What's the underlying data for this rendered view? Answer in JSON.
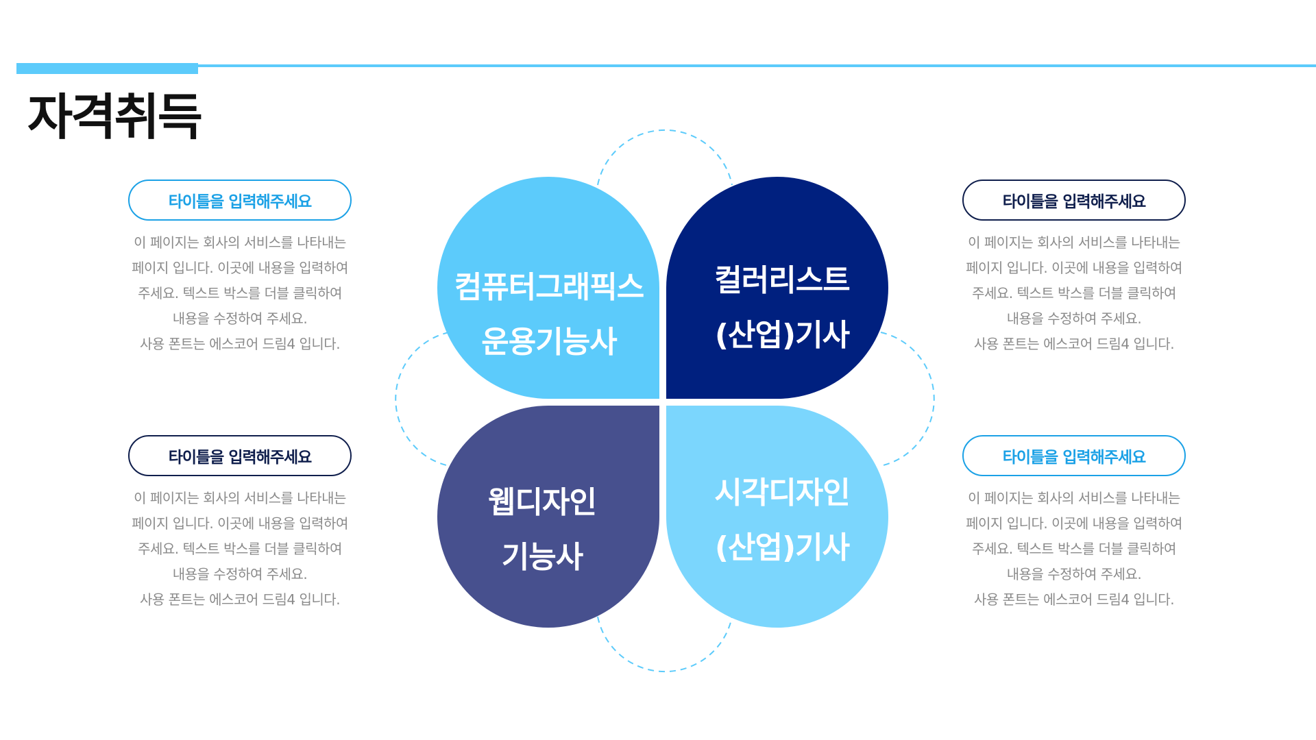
{
  "page": {
    "title": "자격취득"
  },
  "colors": {
    "accent": "#5ccbfb",
    "petal_top_left": "#5ccbfb",
    "petal_top_right": "#00207f",
    "petal_bottom_left": "#47508e",
    "petal_bottom_right": "#7bd6fd",
    "dashed": "#5ccbfb",
    "pill_light": "#1ba1e6",
    "pill_dark": "#0f1e4c",
    "desc_text": "#8a8a8a"
  },
  "petals": [
    {
      "id": "top-left",
      "lines": [
        "컴퓨터그래픽스",
        "운용기능사"
      ]
    },
    {
      "id": "top-right",
      "lines": [
        "컬러리스트",
        "(산업)기사"
      ]
    },
    {
      "id": "bottom-left",
      "lines": [
        "웹디자인",
        "기능사"
      ]
    },
    {
      "id": "bottom-right",
      "lines": [
        "시각디자인",
        "(산업)기사"
      ]
    }
  ],
  "cards": [
    {
      "id": "top-left",
      "style": "light",
      "title": "타이틀을 입력해주세요",
      "lines": [
        "이 페이지는 회사의 서비스를 나타내는",
        "페이지 입니다. 이곳에 내용을 입력하여",
        "주세요. 텍스트 박스를 더블 클릭하여",
        "내용을 수정하여 주세요.",
        "사용 폰트는 에스코어 드림4 입니다."
      ]
    },
    {
      "id": "top-right",
      "style": "dark",
      "title": "타이틀을 입력해주세요",
      "lines": [
        "이 페이지는 회사의 서비스를 나타내는",
        "페이지 입니다. 이곳에 내용을 입력하여",
        "주세요. 텍스트 박스를 더블 클릭하여",
        "내용을 수정하여 주세요.",
        "사용 폰트는 에스코어 드림4 입니다."
      ]
    },
    {
      "id": "bottom-left",
      "style": "dark",
      "title": "타이틀을 입력해주세요",
      "lines": [
        "이 페이지는 회사의 서비스를 나타내는",
        "페이지 입니다. 이곳에 내용을 입력하여",
        "주세요. 텍스트 박스를 더블 클릭하여",
        "내용을 수정하여 주세요.",
        "사용 폰트는 에스코어 드림4 입니다."
      ]
    },
    {
      "id": "bottom-right",
      "style": "light",
      "title": "타이틀을 입력해주세요",
      "lines": [
        "이 페이지는 회사의 서비스를 나타내는",
        "페이지 입니다. 이곳에 내용을 입력하여",
        "주세요. 텍스트 박스를 더블 클릭하여",
        "내용을 수정하여 주세요.",
        "사용 폰트는 에스코어 드림4 입니다."
      ]
    }
  ]
}
